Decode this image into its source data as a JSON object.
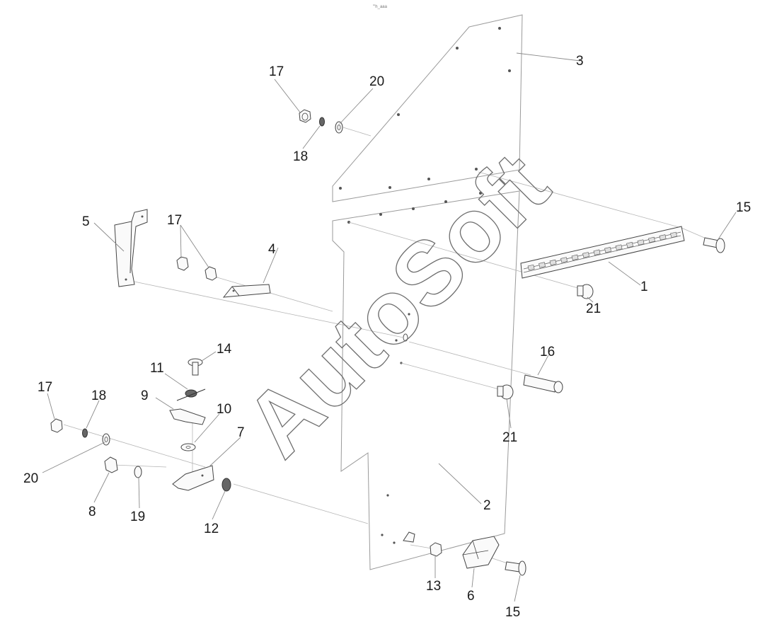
{
  "diagram": {
    "corner_mark": "\"'h_aaa",
    "watermark": "AutoSoft",
    "callouts": [
      "1",
      "2",
      "3",
      "4",
      "5",
      "6",
      "7",
      "8",
      "9",
      "10",
      "11",
      "12",
      "13",
      "14",
      "15",
      "15",
      "16",
      "17",
      "17",
      "17",
      "18",
      "18",
      "19",
      "20",
      "20",
      "21",
      "21"
    ]
  }
}
